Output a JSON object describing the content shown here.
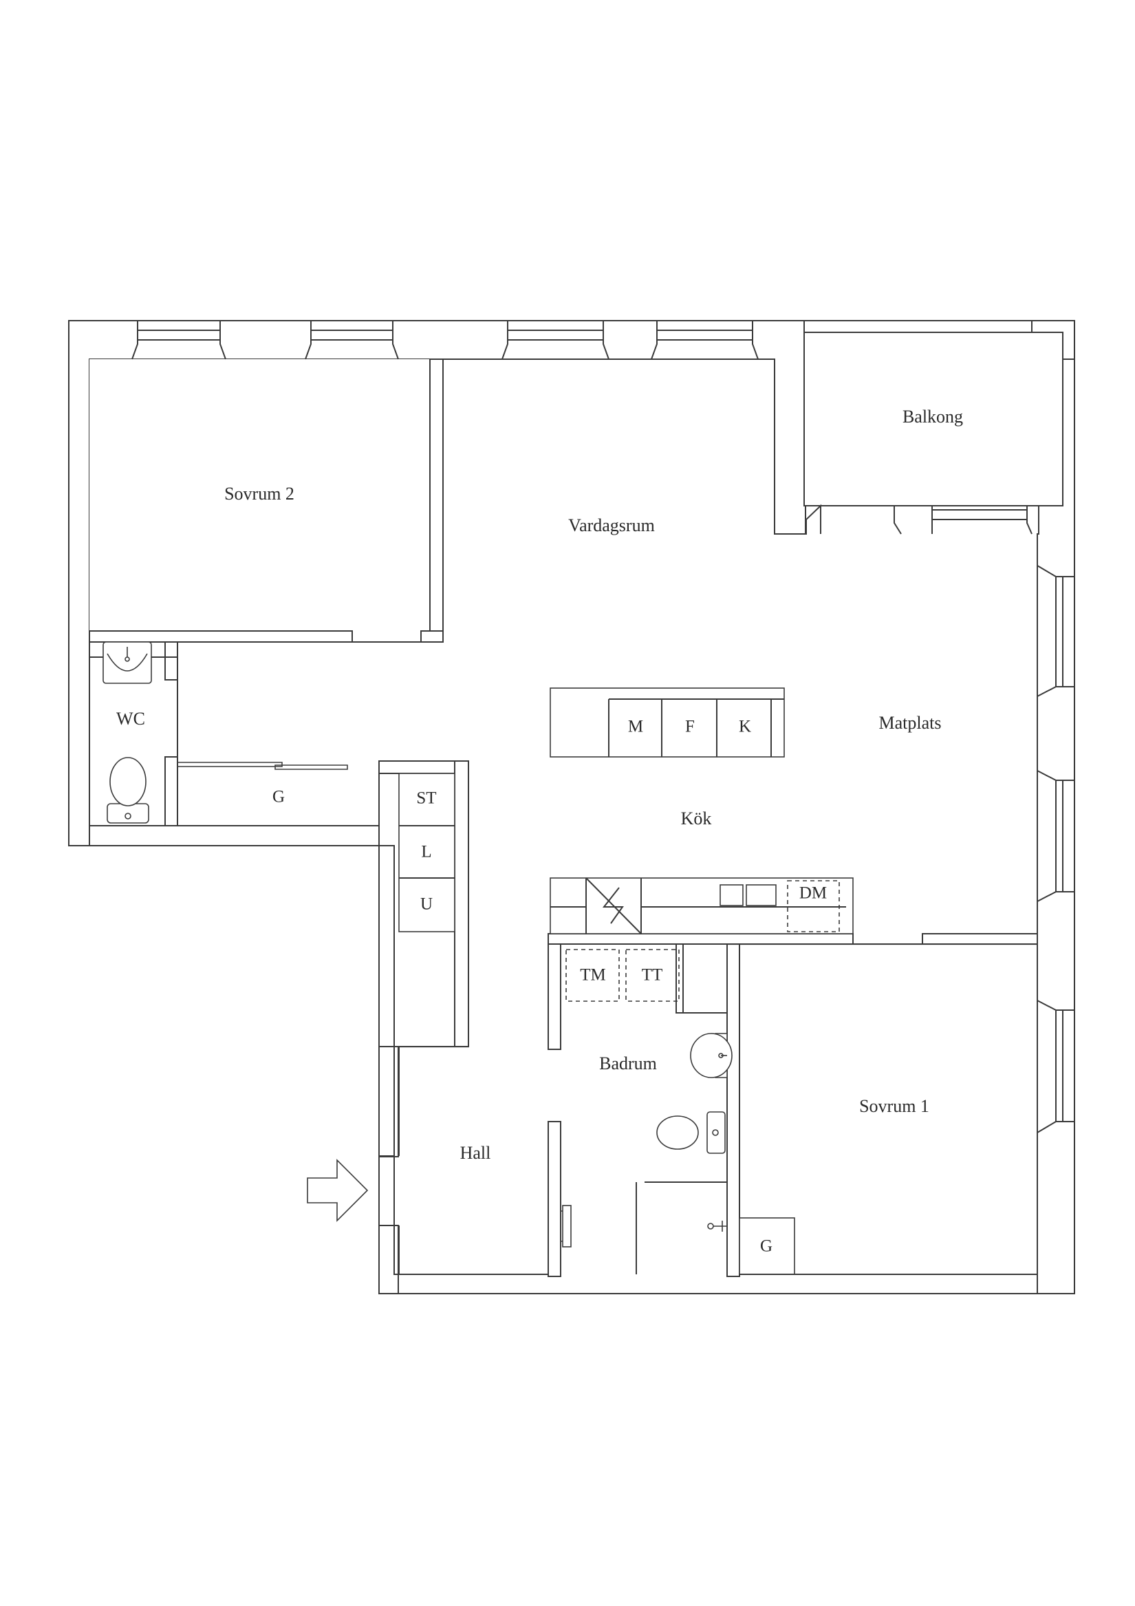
{
  "rooms": {
    "sovrum2": "Sovrum 2",
    "vardagsrum": "Vardagsrum",
    "balkong": "Balkong",
    "wc": "WC",
    "matplats": "Matplats",
    "kok": "Kök",
    "hall": "Hall",
    "badrum": "Badrum",
    "sovrum1": "Sovrum 1"
  },
  "fixtures": {
    "wardrobe_left": "G",
    "wardrobe_right": "G",
    "stove": "ST",
    "l": "L",
    "u": "U",
    "m": "M",
    "f": "F",
    "k": "K",
    "dishwasher": "DM",
    "washer": "TM",
    "dryer": "TT"
  },
  "colors": {
    "line": "#3a3a3a",
    "background": "#ffffff"
  },
  "icons": {
    "entrance": "entrance-arrow-icon"
  }
}
